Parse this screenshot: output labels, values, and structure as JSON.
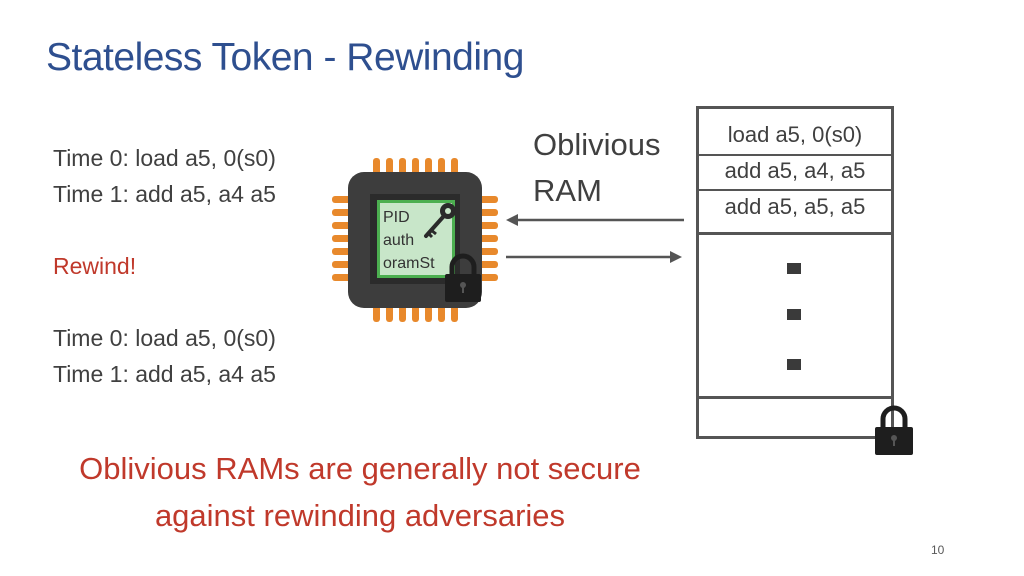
{
  "slide": {
    "title": "Stateless Token - Rewinding",
    "page_number": "10"
  },
  "timeline": {
    "first": [
      "Time 0: load a5, 0(s0)",
      "Time 1: add a5, a4 a5"
    ],
    "rewind": "Rewind!",
    "second": [
      "Time 0: load a5, 0(s0)",
      "Time 1: add a5, a4 a5"
    ]
  },
  "chip": {
    "labels": [
      "PID",
      "auth",
      "oramSt"
    ],
    "icons": [
      "key-icon",
      "lock-icon"
    ]
  },
  "oram": {
    "label_line1": "Oblivious",
    "label_line2": "RAM",
    "rows": [
      "load a5, 0(s0)",
      "add a5, a4, a5",
      "add a5, a5, a5"
    ]
  },
  "conclusion": {
    "line1": "Oblivious RAMs are generally not secure",
    "line2": "against rewinding adversaries"
  },
  "colors": {
    "title": "#2e4f8f",
    "accent_red": "#c0392b",
    "chip_pins": "#e8892c",
    "chip_screen": "#4caf50",
    "text": "#404040"
  }
}
